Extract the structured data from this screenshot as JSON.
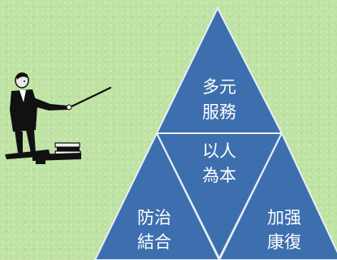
{
  "pyramid": {
    "top": {
      "line1": "多元",
      "line2": "服務"
    },
    "center": {
      "line1": "以人",
      "line2": "為本"
    },
    "left": {
      "line1": "防治",
      "line2": "結合"
    },
    "right": {
      "line1": "加强",
      "line2": "康復"
    }
  },
  "colors": {
    "background": "#bfe3a4",
    "triangle_fill": "#3d6fae",
    "triangle_stroke": "#e8eef8",
    "text": "#ffffff"
  },
  "icons": {
    "presenter": "teacher-with-pointer-clipart"
  }
}
